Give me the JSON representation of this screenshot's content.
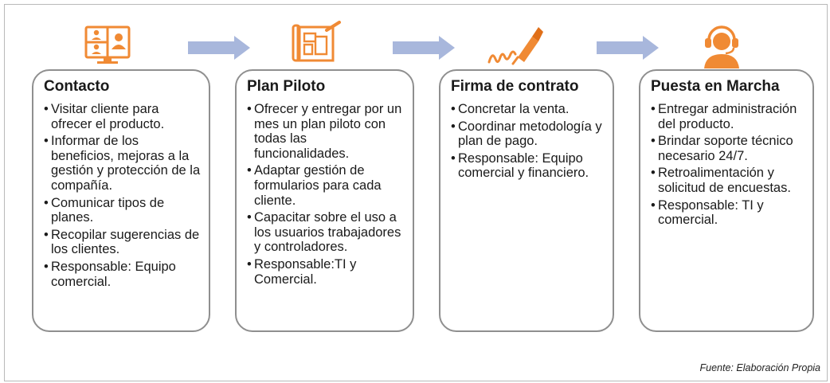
{
  "colors": {
    "accent_orange": "#f08a34",
    "arrow_blue": "#a8b7dc",
    "card_border": "#8f8f8f"
  },
  "steps": [
    {
      "icon": "video-conference-icon",
      "title": "Contacto",
      "items": [
        "Visitar cliente para ofrecer el producto.",
        "Informar de los beneficios, mejoras a la gestión y protección de la compañía.",
        "Comunicar tipos de planes.",
        "Recopilar sugerencias de los clientes.",
        "Responsable: Equipo comercial."
      ]
    },
    {
      "icon": "blueprint-plan-icon",
      "title": "Plan Piloto",
      "items": [
        "Ofrecer y entregar por un mes un plan piloto con  todas las funcionalidades.",
        "Adaptar gestión de formularios para cada cliente.",
        "Capacitar sobre el uso a los usuarios trabajadores y controladores.",
        "Responsable:TI y Comercial."
      ]
    },
    {
      "icon": "signature-pen-icon",
      "title": "Firma de contrato",
      "items": [
        "Concretar la venta.",
        "Coordinar metodología y plan de pago.",
        "Responsable: Equipo comercial y financiero."
      ]
    },
    {
      "icon": "support-headset-icon",
      "title": "Puesta en Marcha",
      "items": [
        "Entregar administración del producto.",
        "Brindar soporte técnico necesario 24/7.",
        "Retroalimentación y solicitud de encuestas.",
        "Responsable: TI y comercial."
      ]
    }
  ],
  "source_note": "Fuente: Elaboración Propia"
}
